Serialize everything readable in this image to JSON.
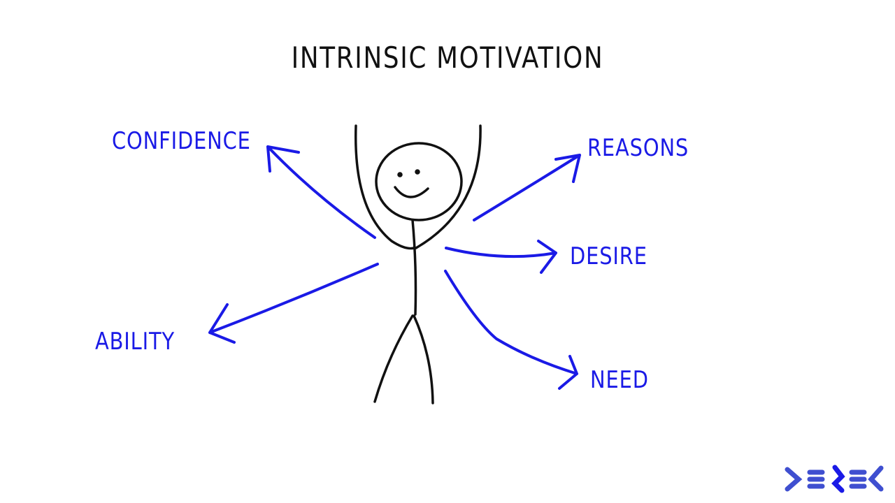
{
  "title": "INTRINSIC MOTIVATION",
  "labels": {
    "confidence": "CONFIDENCE",
    "reasons": "REASONS",
    "desire": "DESIRE",
    "ability": "ABILITY",
    "need": "NEED"
  },
  "colors": {
    "accent": "#1a1ae6",
    "ink": "#111111",
    "logo": "#3f4fd0"
  }
}
